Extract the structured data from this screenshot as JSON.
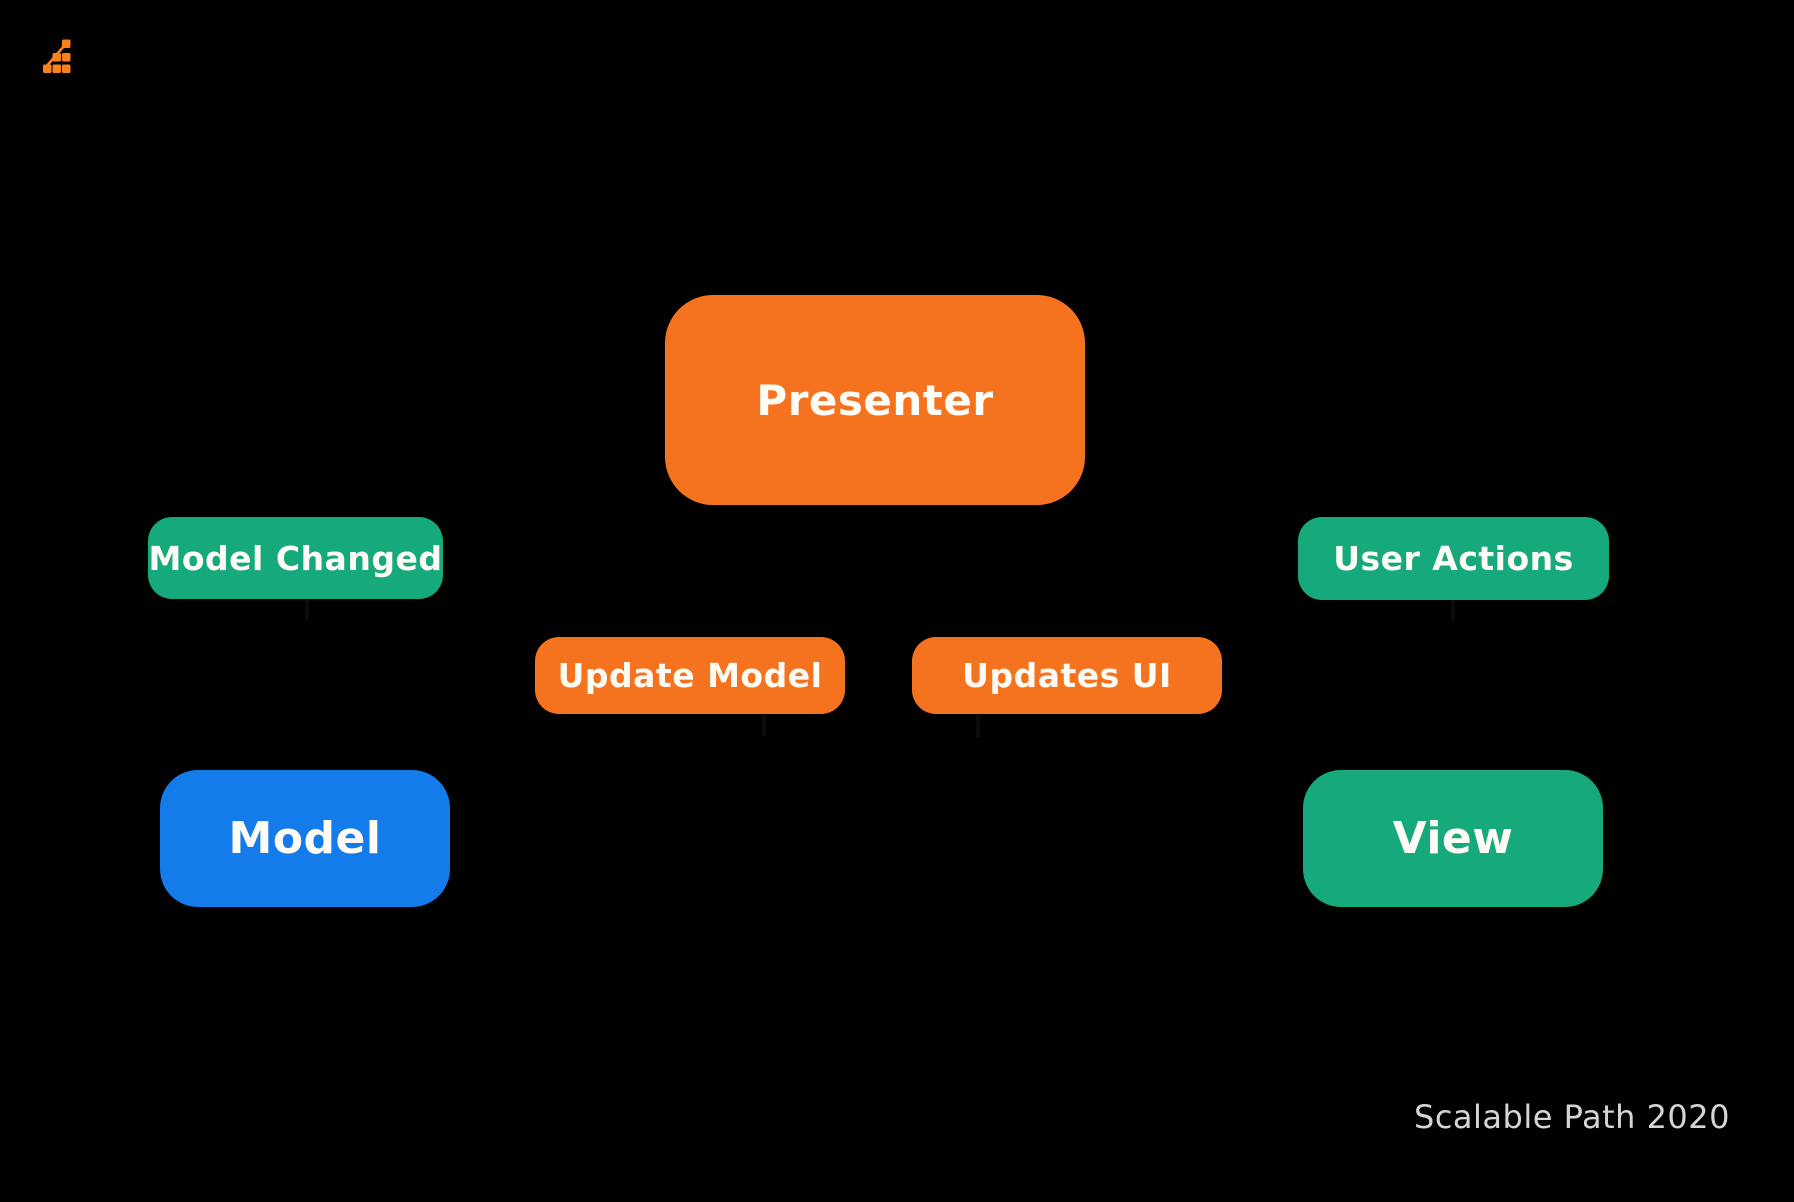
{
  "page": {
    "background_color": "#000000"
  },
  "logo": {
    "name": "scalable-path-logo-mark",
    "color": "#F8821E"
  },
  "colors": {
    "orange": "#F5731E",
    "green": "#16A97B",
    "blue": "#147BEA",
    "ink": "#0B0B0B",
    "node_text": "#FFFCF6",
    "credit_gray": "#D5D5D5"
  },
  "diagram": {
    "type": "flowchart",
    "nodes": [
      {
        "id": "presenter",
        "label": "Presenter",
        "color": "#F5731E"
      },
      {
        "id": "model-changed",
        "label": "Model Changed",
        "color": "#16A97B"
      },
      {
        "id": "user-actions",
        "label": "User Actions",
        "color": "#16A97B"
      },
      {
        "id": "update-model",
        "label": "Update Model",
        "color": "#F5731E"
      },
      {
        "id": "updates-ui",
        "label": "Updates UI",
        "color": "#F5731E"
      },
      {
        "id": "model",
        "label": "Model",
        "color": "#147BEA"
      },
      {
        "id": "view",
        "label": "View",
        "color": "#16A97B"
      }
    ]
  },
  "footer": {
    "credit_text": "Scalable Path 2020"
  }
}
